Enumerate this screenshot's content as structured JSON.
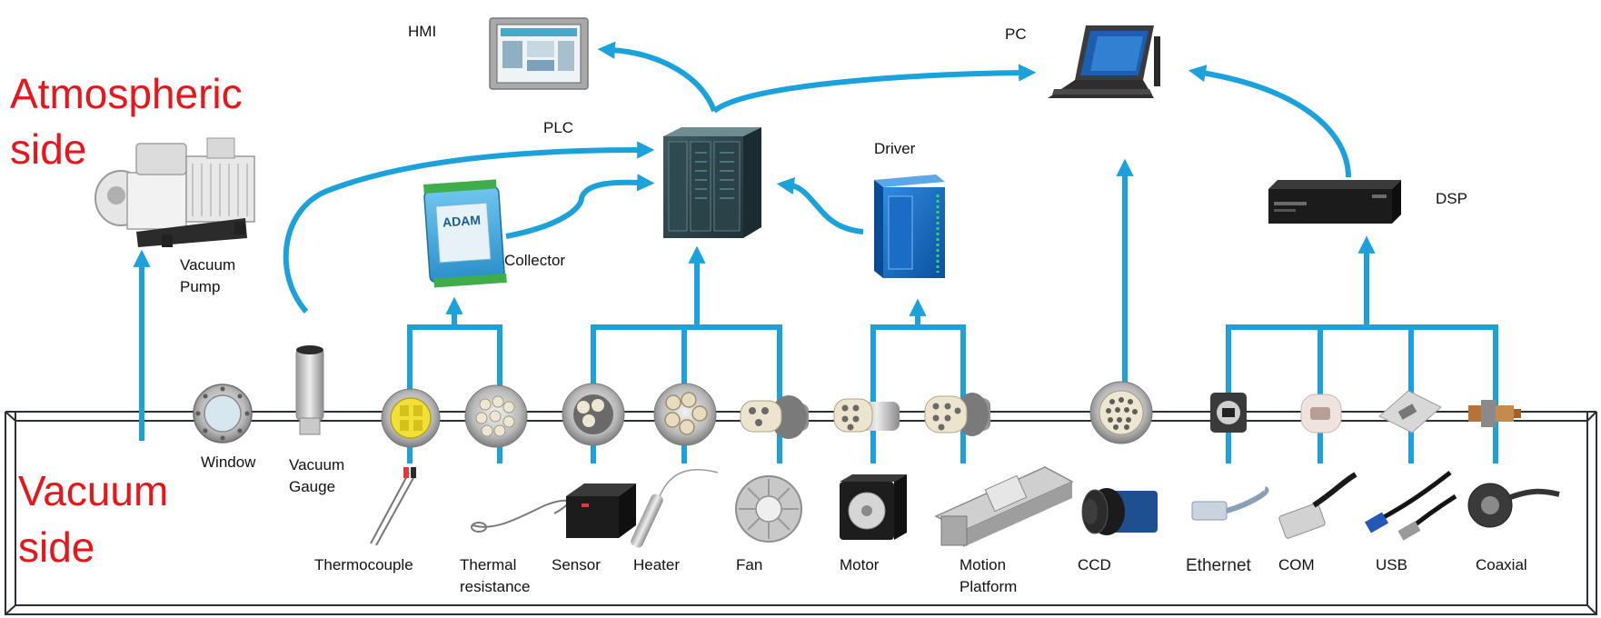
{
  "colors": {
    "side_label": "#e8151b",
    "connection": "#1ba1dc",
    "chamber_outline": "#2a2f35"
  },
  "side_labels": {
    "atmospheric_line1": "Atmospheric",
    "atmospheric_line2": "side",
    "vacuum_line1": "Vacuum",
    "vacuum_line2": "side"
  },
  "controllers": {
    "hmi": "HMI",
    "pc": "PC",
    "plc": "PLC",
    "driver": "Driver",
    "collector": "Collector",
    "dsp": "DSP",
    "vacuum_pump_line1": "Vacuum",
    "vacuum_pump_line2": "Pump"
  },
  "feedthroughs": {
    "window": "Window",
    "vacuum_gauge_line1": "Vacuum",
    "vacuum_gauge_line2": "Gauge"
  },
  "devices": {
    "thermocouple": "Thermocouple",
    "thermal_resistance_line1": "Thermal",
    "thermal_resistance_line2": "resistance",
    "sensor": "Sensor",
    "heater": "Heater",
    "fan": "Fan",
    "motor": "Motor",
    "motion_platform_line1": "Motion",
    "motion_platform_line2": "Platform",
    "ccd": "CCD",
    "ethernet": "Ethernet",
    "com": "COM",
    "usb": "USB",
    "coaxial": "Coaxial"
  }
}
